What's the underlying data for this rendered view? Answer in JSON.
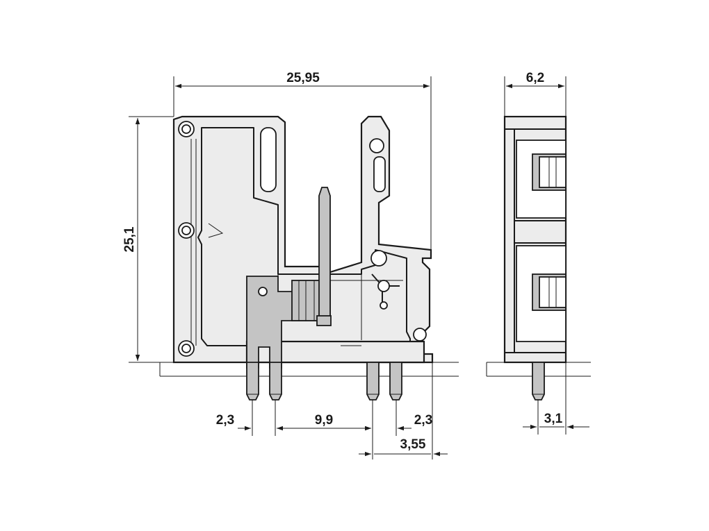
{
  "dimensions": {
    "overall_width": "25,95",
    "overall_height": "25,1",
    "side_width": "6,2",
    "pin_pitch_left": "2,3",
    "pin_spacing_middle": "9,9",
    "pin_pitch_right": "2,3",
    "pin_offset_right": "3,55",
    "side_pin_offset": "3,1"
  },
  "colors": {
    "line": "#1a1a1a",
    "body_fill": "#ececec",
    "contact_fill": "#c4c4c4"
  }
}
